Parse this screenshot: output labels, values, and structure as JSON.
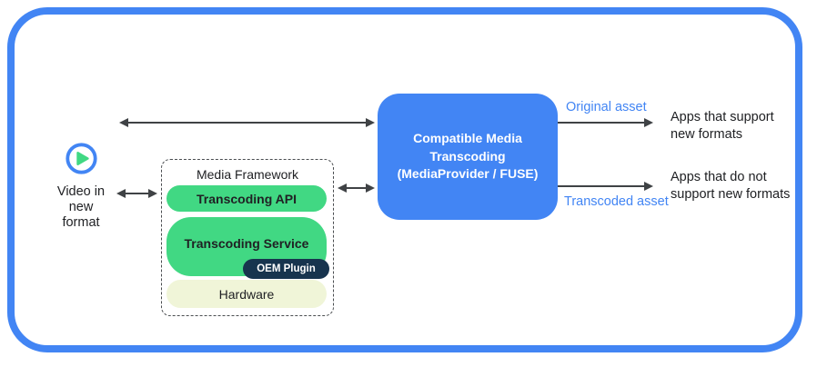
{
  "colors": {
    "blue": "#4285F4",
    "green": "#41D883",
    "navy": "#17344E",
    "cream": "#F0F5D8",
    "arrow": "#3F4245",
    "ink": "#202124",
    "label-blue": "#4285F4"
  },
  "source": {
    "label": "Video in\nnew\nformat"
  },
  "framework": {
    "title": "Media Framework",
    "api": "Transcoding API",
    "service": "Transcoding Service",
    "oem_plugin": "OEM Plugin",
    "hardware": "Hardware"
  },
  "transcoder": {
    "label": "Compatible Media\nTranscoding\n(MediaProvider / FUSE)"
  },
  "outputs": {
    "original_label": "Original asset",
    "original_apps": "Apps that support\nnew formats",
    "transcoded_label": "Transcoded asset",
    "transcoded_apps": "Apps that do not\nsupport new formats"
  }
}
